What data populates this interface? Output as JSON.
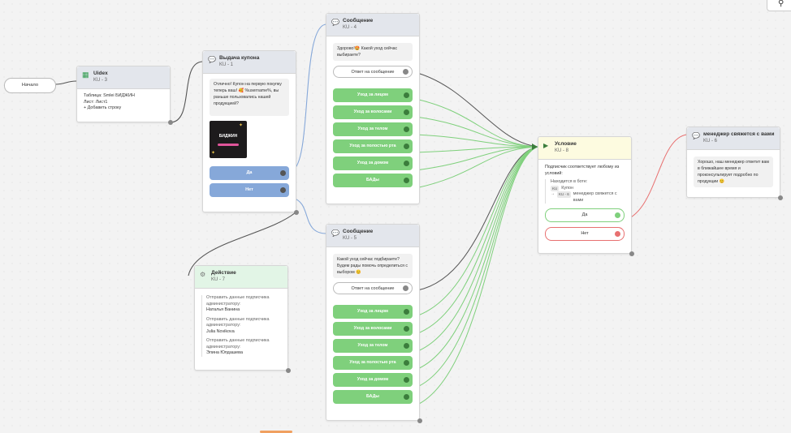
{
  "start": {
    "label": "Начало"
  },
  "uidex": {
    "title": "Uidex",
    "sub": "KU - 3",
    "table": "Таблица: Smlei БИДЖИН",
    "sheet": "Лист: Лист1",
    "action": "+ Добавить строку"
  },
  "coupon": {
    "title": "Выдача купона",
    "sub": "KU - 1",
    "message": "Отлично! Купон на первую покупку теперь ваш! 🥰 %username%, вы раньше пользовались нашей продукцией?",
    "image_text": "БИДЖИН",
    "buttons": [
      "Да",
      "Нет"
    ]
  },
  "msg4": {
    "title": "Сообщение",
    "sub": "KU - 4",
    "message": "Здорово!🤩 Какой уход сейчас выбираете?",
    "reply": "Ответ на сообщение",
    "buttons": [
      "Уход за лицом",
      "Уход за волосами",
      "Уход за телом",
      "Уход за полостью рта",
      "Уход за домом",
      "БАДы"
    ]
  },
  "msg5": {
    "title": "Сообщение",
    "sub": "KU - 5",
    "message": "Какой уход сейчас подбираете? Будем рады помочь определиться с выбором 😊",
    "reply": "Ответ на сообщение",
    "buttons": [
      "Уход за лицом",
      "Уход за волосами",
      "Уход за телом",
      "Уход за полостью рта",
      "Уход за домом",
      "БАДы"
    ]
  },
  "condition": {
    "title": "Условие",
    "sub": "KU - 8",
    "desc": "Подписчик соответствует любому из условий:",
    "in_bot": "Находится в боте:",
    "tag1": "KU",
    "item1": "Купон",
    "tag2": "KU - 6",
    "item2": "менеджер свяжется с вами",
    "yes": "Да",
    "no": "Нет"
  },
  "manager": {
    "title": "менеджер свяжется с вами",
    "sub": "KU - 6",
    "message": "Хорошо, наш менеджер ответит вам в ближайшее время и проконсультирует подробно по продукции 😊"
  },
  "action": {
    "title": "Действие",
    "sub": "KU - 7",
    "items": [
      {
        "label": "Отправить данные подписчика администратору:",
        "name": "Наталья Ванина"
      },
      {
        "label": "Отправить данные подписчика администратору:",
        "name": "Julia Novikova"
      },
      {
        "label": "Отправить данные подписчика администратору:",
        "name": "Элина Юлдашева"
      }
    ]
  },
  "colors": {
    "green": "#7fd07c",
    "blue": "#86a8d9",
    "condition_head": "#fdfbe0",
    "action_head": "#e2f5e6"
  },
  "icons": {
    "search": "search-icon"
  }
}
